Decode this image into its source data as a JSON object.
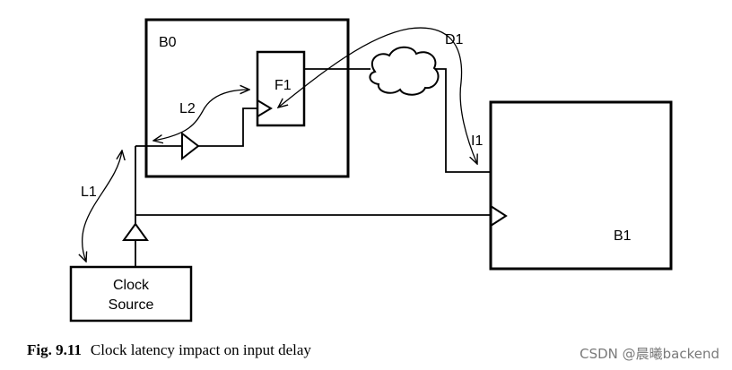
{
  "diagram": {
    "blocks": {
      "b0": "B0",
      "b1": "B1",
      "f1": "F1",
      "clock_source_line1": "Clock",
      "clock_source_line2": "Source"
    },
    "annotations": {
      "l1": "L1",
      "l2": "L2",
      "d1": "D1",
      "i1": "I1"
    }
  },
  "caption": {
    "number": "Fig. 9.11",
    "text": "Clock latency impact on input delay"
  },
  "watermark": "CSDN @晨曦backend"
}
